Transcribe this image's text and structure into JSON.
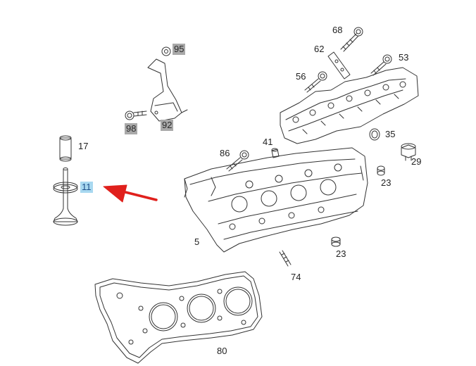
{
  "colors": {
    "line": "#333333",
    "arrow": "#e0201c",
    "tag_gray": "#a9a9a9",
    "tag_highlight": "#a8d8f0"
  },
  "callouts": {
    "c68": "68",
    "c62": "62",
    "c53": "53",
    "c56": "56",
    "c95": "95",
    "c98": "98",
    "c92": "92",
    "c17": "17",
    "c11": "11",
    "c41": "41",
    "c86": "86",
    "c35": "35",
    "c29": "29",
    "c23a": "23",
    "c5": "5",
    "c23b": "23",
    "c74": "74",
    "c80": "80"
  },
  "highlighted_part": "11"
}
